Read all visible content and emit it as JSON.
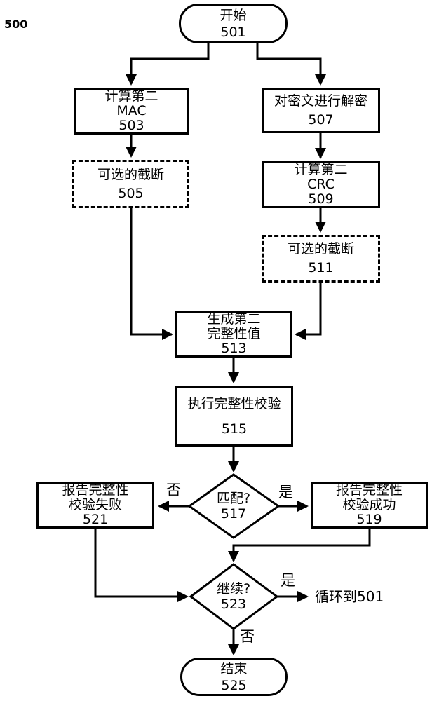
{
  "figure_label": "500",
  "nodes": {
    "start": {
      "shape": "terminal",
      "lines": [
        "开始",
        "501"
      ]
    },
    "calc_second_mac": {
      "shape": "process",
      "lines": [
        "计算第二",
        "MAC",
        "503"
      ]
    },
    "optional_truncation_left": {
      "shape": "dashed",
      "lines": [
        "可选的截断",
        "505"
      ]
    },
    "decrypt_ciphertext": {
      "shape": "process",
      "lines": [
        "对密文进行解密",
        "507"
      ]
    },
    "calc_second_crc": {
      "shape": "process",
      "lines": [
        "计算第二",
        "CRC",
        "509"
      ]
    },
    "optional_truncation_right": {
      "shape": "dashed",
      "lines": [
        "可选的截断",
        "511"
      ]
    },
    "generate_second_integrity_value": {
      "shape": "process",
      "lines": [
        "生成第二",
        "完整性值",
        "513"
      ]
    },
    "perform_integrity_check": {
      "shape": "process",
      "lines": [
        "执行完整性校验",
        "515"
      ]
    },
    "match_decision": {
      "shape": "decision",
      "lines": [
        "匹配?",
        "517"
      ]
    },
    "report_success": {
      "shape": "process",
      "lines": [
        "报告完整性",
        "校验成功",
        "519"
      ]
    },
    "report_failure": {
      "shape": "process",
      "lines": [
        "报告完整性",
        "校验失败",
        "521"
      ]
    },
    "continue_decision": {
      "shape": "decision",
      "lines": [
        "继续?",
        "523"
      ]
    },
    "end": {
      "shape": "terminal",
      "lines": [
        "结束",
        "525"
      ]
    }
  },
  "edge_labels": {
    "match_no": "否",
    "match_yes": "是",
    "continue_yes": "是",
    "continue_no": "否",
    "loop_to_start": "循环到501"
  },
  "colors": {
    "stroke": "#000000",
    "background": "#ffffff"
  }
}
